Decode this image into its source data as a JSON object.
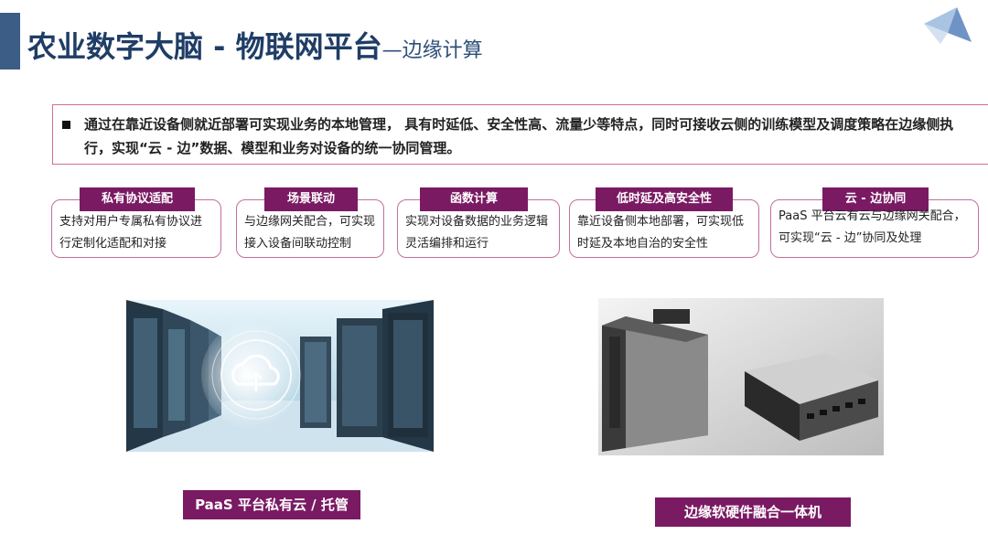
{
  "header": {
    "title_main": "农业数字大脑 - 物联网平台",
    "title_sub": "—边缘计算"
  },
  "intro": {
    "text": "通过在靠近设备侧就近部署可实现业务的本地管理， 具有时延低、安全性高、流量少等特点，同时可接收云侧的训练模型及调度策略在边缘侧执行，实现“云 - 边”数据、模型和业务对设备的统一协同管理。"
  },
  "cards": [
    {
      "tag": "私有协议适配",
      "text": "支持对用户专属私有协议进行定制化适配和对接"
    },
    {
      "tag": "场景联动",
      "text": "与边缘网关配合，可实现接入设备间联动控制"
    },
    {
      "tag": "函数计算",
      "text": "实现对设备数据的业务逻辑灵活编排和运行"
    },
    {
      "tag": "低时延及高安全性",
      "text": "靠近设备侧本地部署，可实现低时延及本地自治的安全性"
    },
    {
      "tag": "云 - 边协同",
      "text": "PaaS 平台云有云与边缘网关配合，可实现“云 - 边”协同及处理"
    }
  ],
  "images": {
    "left_caption": "PaaS 平台私有云 / 托管",
    "right_caption": "边缘软硬件融合一体机"
  },
  "colors": {
    "accent": "#7a1a63",
    "card_border": "#c36f9c",
    "title": "#1f3d66",
    "left_bar": "#3b5d86"
  }
}
